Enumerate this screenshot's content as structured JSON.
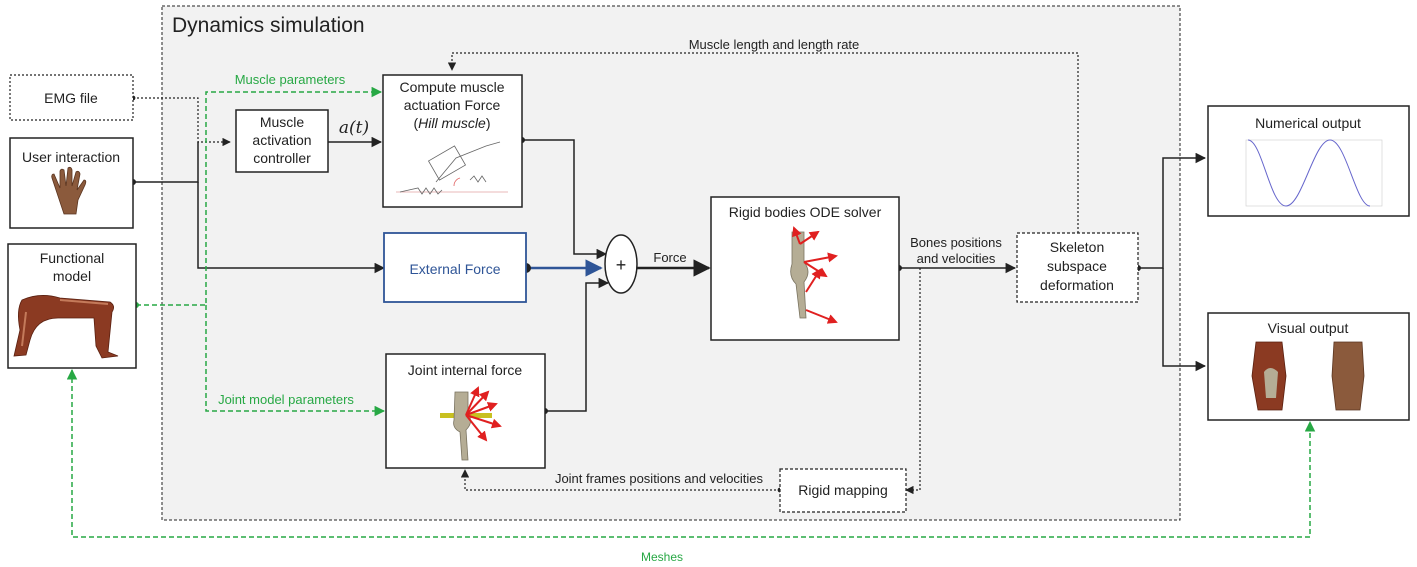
{
  "title": "Dynamics simulation",
  "blocks": {
    "emg_file": "EMG file",
    "user_interaction": "User interaction",
    "functional_model": [
      "Functional",
      "model"
    ],
    "muscle_activation_controller": [
      "Muscle",
      "activation",
      "controller"
    ],
    "compute_muscle_force": [
      "Compute muscle",
      "actuation Force",
      "(",
      "Hill muscle",
      ")"
    ],
    "external_force": "External Force",
    "joint_internal_force": "Joint internal force",
    "rigid_bodies_solver": "Rigid bodies ODE solver",
    "skeleton_deformation": [
      "Skeleton",
      "subspace",
      "deformation"
    ],
    "rigid_mapping": "Rigid mapping",
    "numerical_output": "Numerical output",
    "visual_output": "Visual output",
    "summation_symbol": "+"
  },
  "signals": {
    "muscle_parameters": "Muscle parameters",
    "joint_model_parameters": "Joint model parameters",
    "activation": "a(t)",
    "force": "Force",
    "bones_positions": [
      "Bones positions",
      "and velocities"
    ],
    "muscle_length_rate": "Muscle length and length rate",
    "joint_frames": "Joint frames positions and velocities",
    "meshes": "Meshes"
  },
  "colors": {
    "green": "#27a844",
    "blue": "#2f5597",
    "red_arrows": "#e02020",
    "panel_bg": "#f2f2f2",
    "skin": "#8b5a3c",
    "muscle": "#8b3a22",
    "bone": "#b5ad95"
  },
  "icons": {
    "hand": "hand-icon",
    "leg_muscles": "leg-muscles-icon",
    "hill_muscle": "hill-muscle-schematic-icon",
    "knee_solver": "knee-bones-force-icon",
    "knee_joint": "knee-joint-force-icon",
    "sine_plot": "sine-wave-plot-icon",
    "knee_muscle": "knee-muscle-icon",
    "knee_skin": "knee-skin-icon"
  }
}
